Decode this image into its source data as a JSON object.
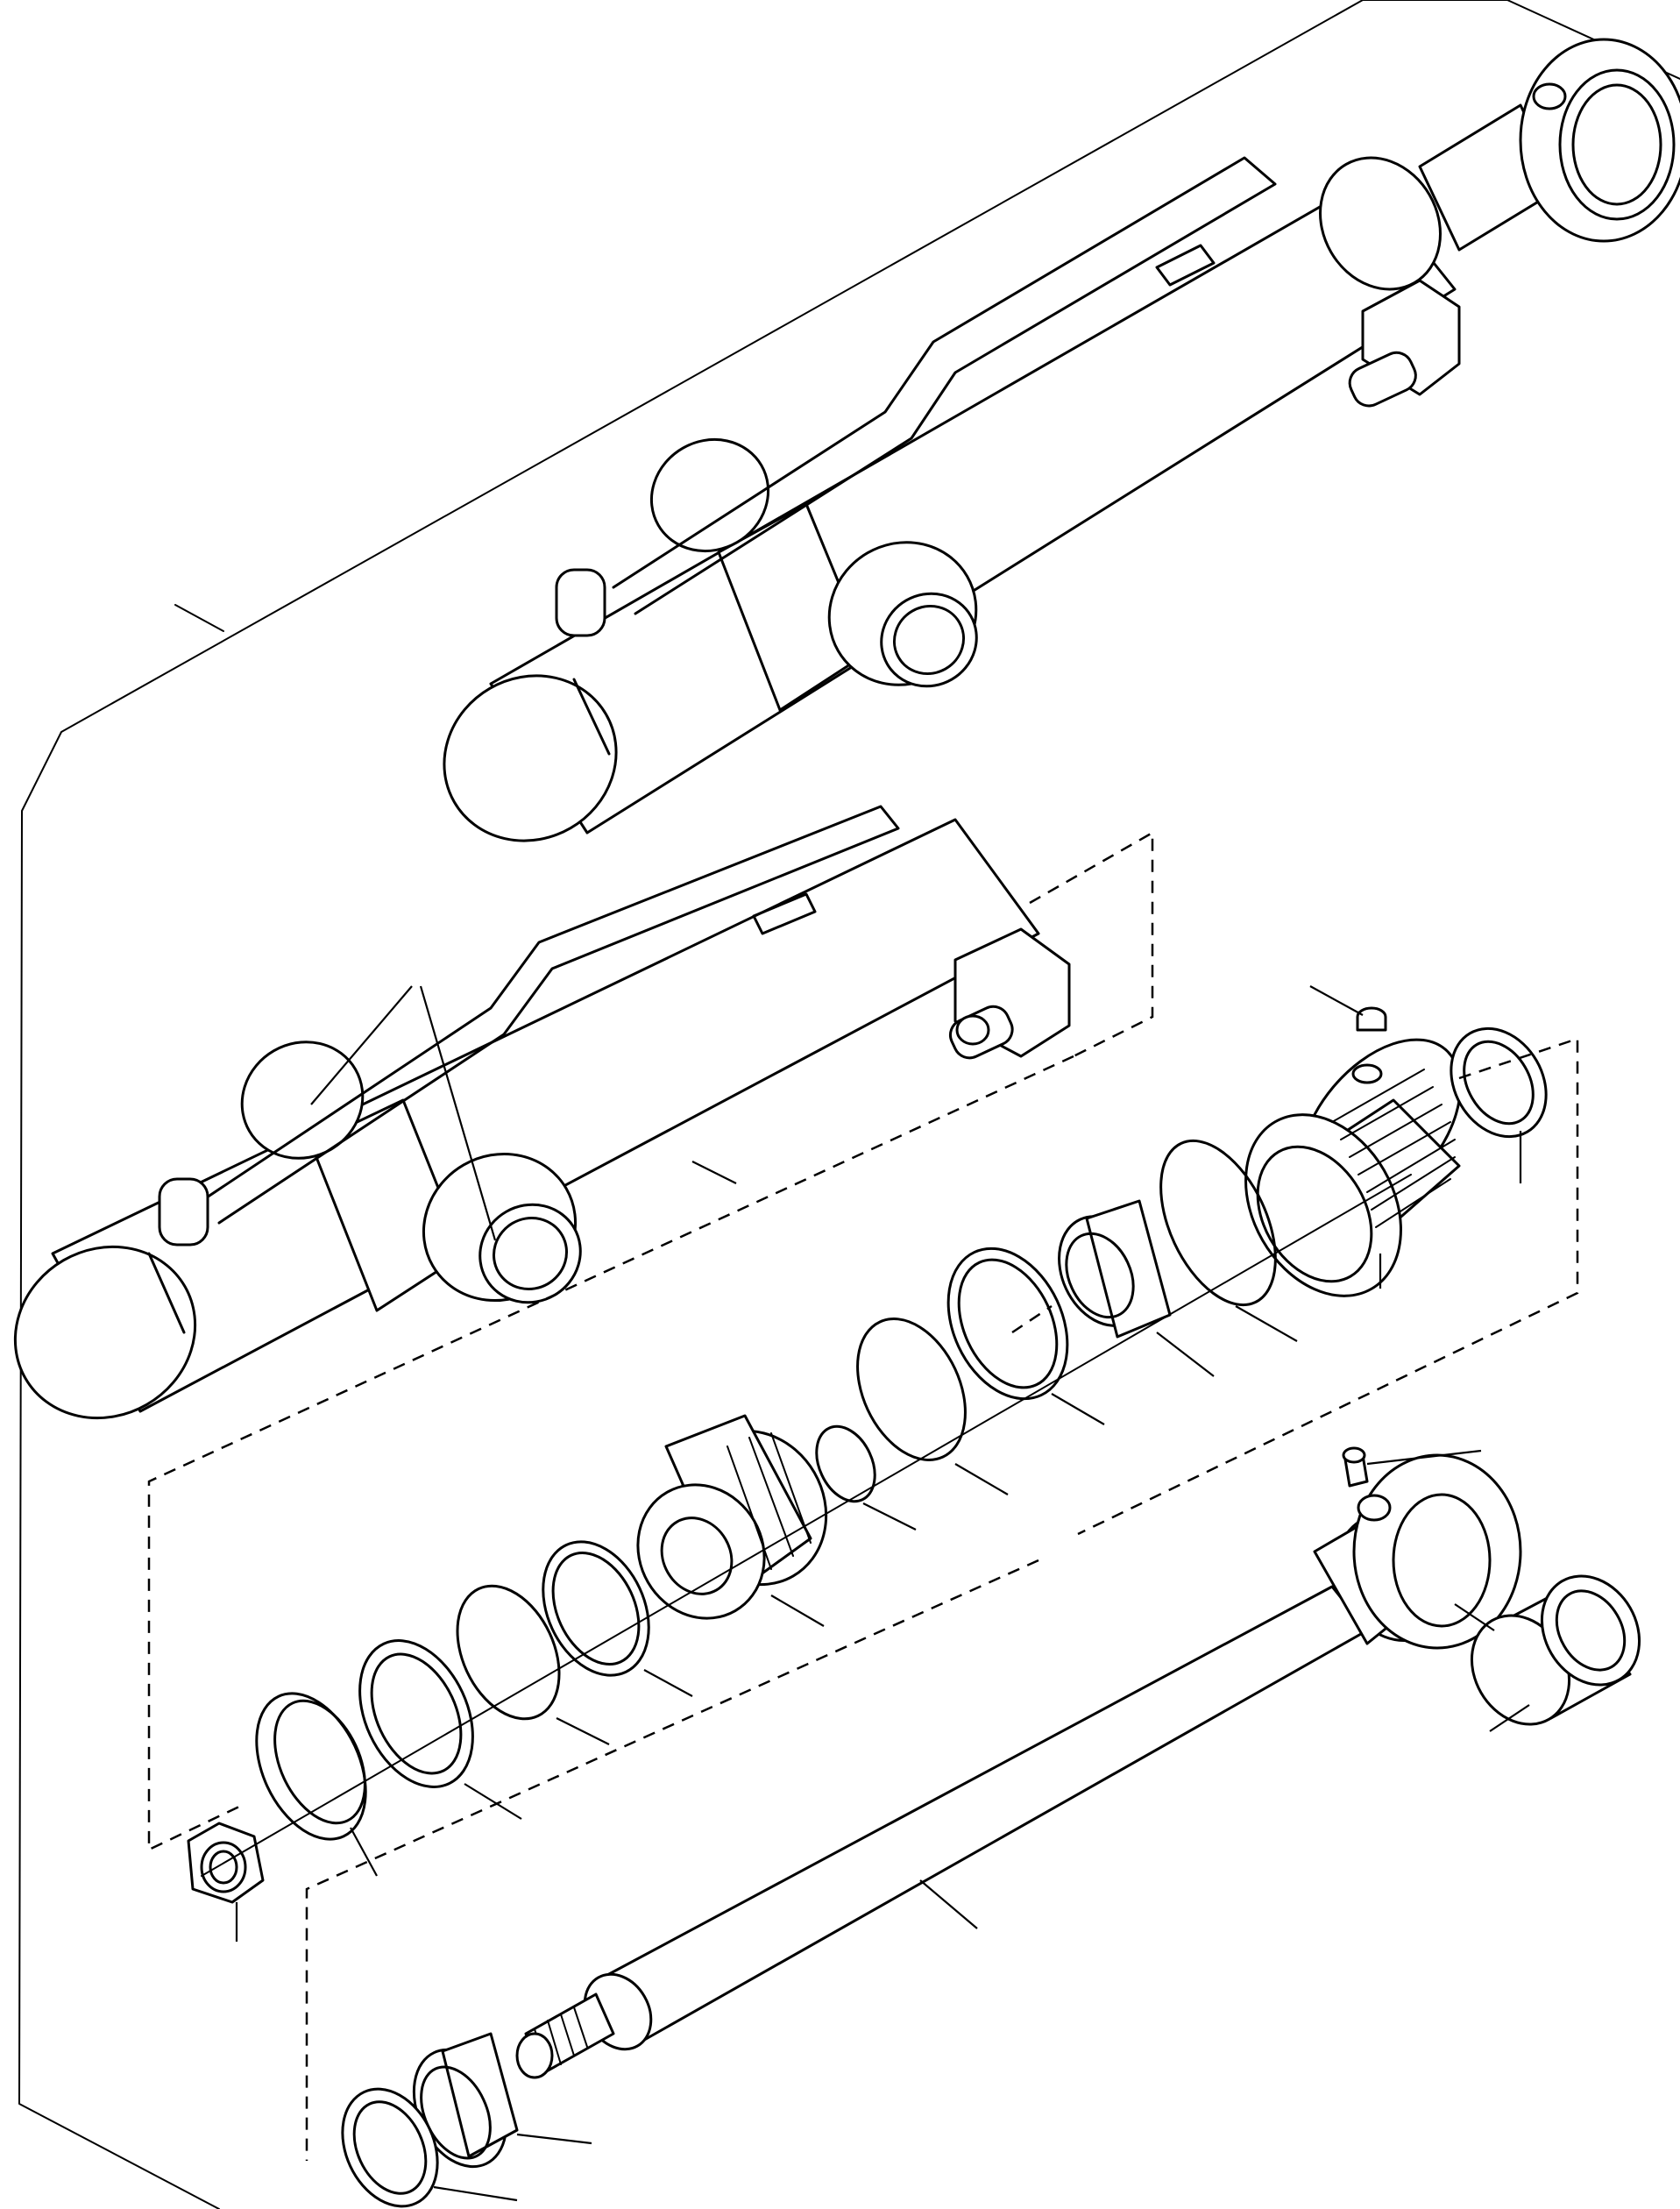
{
  "diagram": {
    "parts": [
      {
        "id": "cylinder-assembly",
        "icon": "hydraulic-cylinder-icon"
      },
      {
        "id": "cylinder-tube",
        "icon": "cylinder-tube-icon"
      },
      {
        "id": "cylinder-head",
        "icon": "cylinder-head-icon"
      },
      {
        "id": "piston",
        "icon": "piston-icon"
      },
      {
        "id": "piston-rod",
        "icon": "piston-rod-icon"
      },
      {
        "id": "nut",
        "icon": "hex-nut-icon"
      },
      {
        "id": "grease-fitting",
        "icon": "grease-fitting-icon"
      },
      {
        "id": "bushing",
        "icon": "bushing-icon"
      },
      {
        "id": "set-screw",
        "icon": "set-screw-icon"
      }
    ]
  }
}
